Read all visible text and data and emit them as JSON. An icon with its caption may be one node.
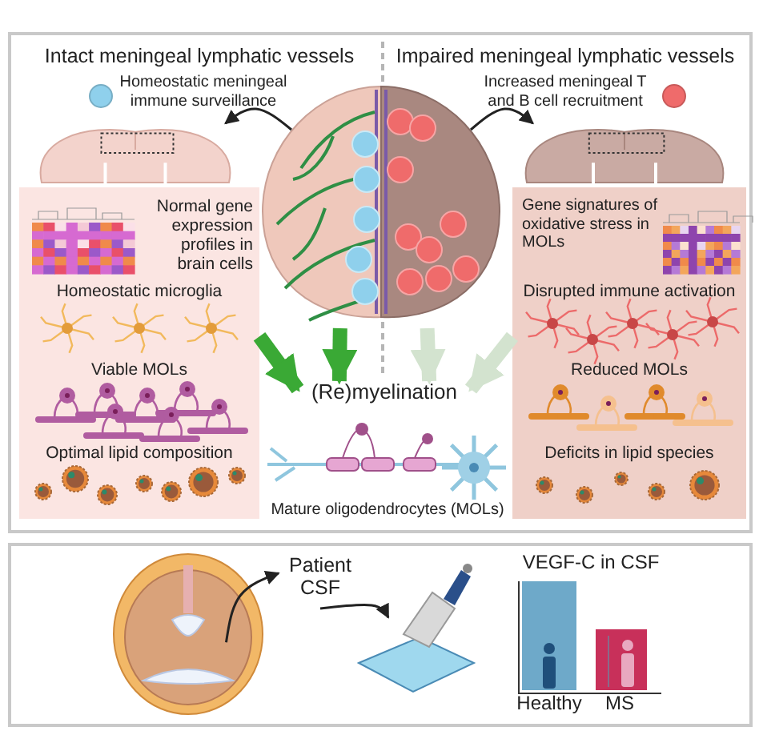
{
  "diagram": {
    "nodes": [
      {
        "text": [
          "Intact meningeal lymphatic vessels",
          "Impaired meningeal lymphatic vessels"
        ]
      },
      {
        "text": [],
        "shape": "picture",
        "in": 0
      },
      {
        "text": [
          "Normal gene expression profiles in brain cells",
          "Homeostatic microglia",
          "Viable MOLs",
          "Optimal lipid composition"
        ],
        "in": 0
      },
      {
        "text": [],
        "shape": "picture",
        "in": 0
      },
      {
        "text": [],
        "shape": "picture",
        "in": 0
      },
      {
        "text": [
          "Gene signatures of oxidative stress in MOLs",
          "Disrupted immune activation",
          "Reduced MOLs",
          "Deficits in lipid species"
        ],
        "in": 0
      },
      {
        "text": [
          "(Re)myelination"
        ],
        "in": 0
      },
      {
        "text": [
          "Mature oligodendrocytes (MOLs)"
        ],
        "in": 0
      },
      {
        "text": [],
        "shape": "box"
      },
      {
        "text": [],
        "shape": "picture",
        "in": 8
      },
      {
        "text": [
          "Patient CSF"
        ],
        "in": 8
      },
      {
        "text": [],
        "shape": "picture",
        "in": 8
      },
      {
        "text": [
          "VEGF-C in CSF",
          "Healthy",
          "MS"
        ],
        "in": 8
      }
    ],
    "edges": [
      {
        "from": 3,
        "to": 1,
        "arrow": "to"
      },
      {
        "from": 3,
        "to": 4,
        "arrow": "to"
      },
      {
        "from": 2,
        "to": 6,
        "arrow": "to",
        "style": "thick",
        "color": "#3aa935"
      },
      {
        "from": 3,
        "to": 6,
        "arrow": "to",
        "style": "thick",
        "color": "#3aa935"
      },
      {
        "from": 3,
        "to": 6,
        "arrow": "to",
        "style": "thick",
        "color": "#d3e3cf"
      },
      {
        "from": 5,
        "to": 6,
        "arrow": "to",
        "style": "thick",
        "color": "#d3e3cf"
      },
      {
        "from": 9,
        "to": 10,
        "arrow": "to"
      },
      {
        "from": 10,
        "to": 11,
        "arrow": "to"
      }
    ],
    "legend": [
      {
        "text": "Homeostatic meningeal immune surveillance",
        "color": "#8fd0ec"
      },
      {
        "text": "Increased meningeal T and B cell recruitment",
        "color": "#ef6b6b"
      }
    ]
  }
}
